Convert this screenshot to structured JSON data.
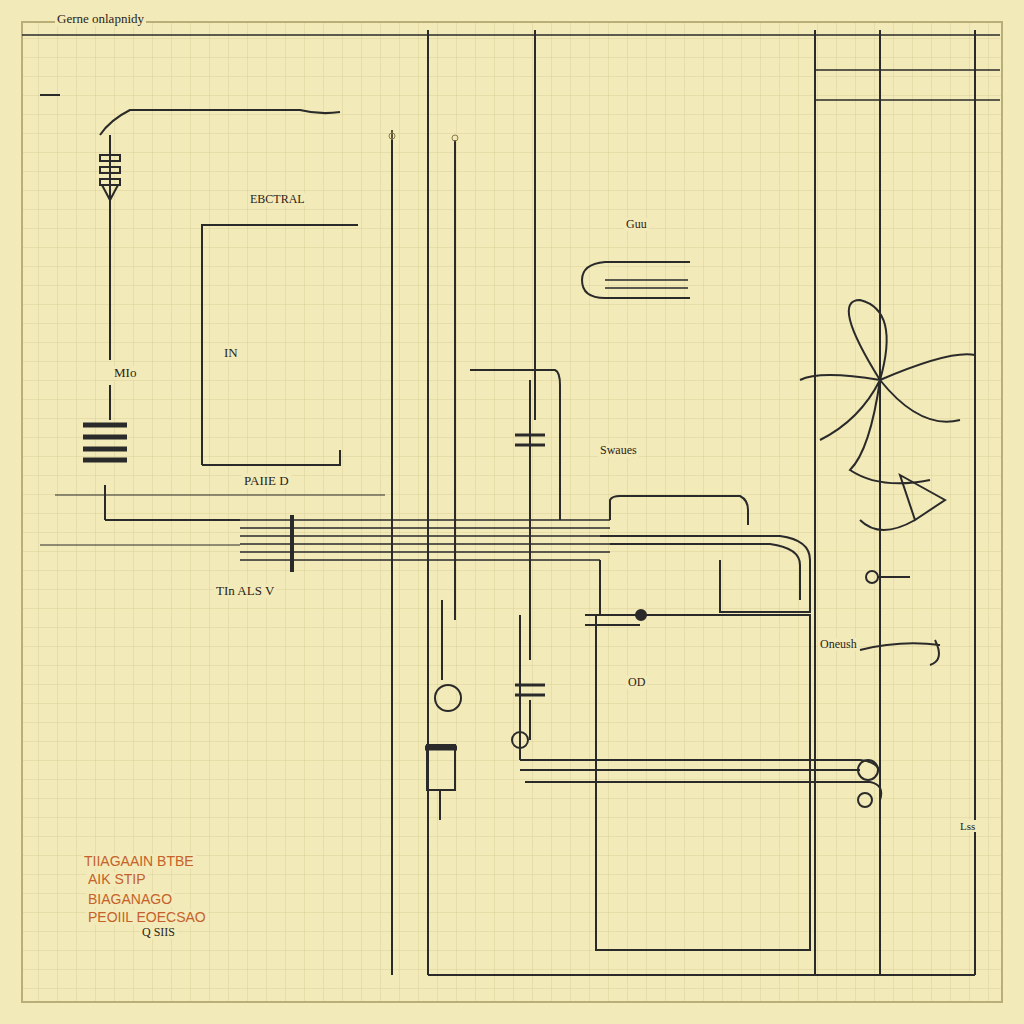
{
  "diagram": {
    "labels": [
      "Gerne onlapnidy",
      "EBCTRAL",
      "MIo",
      "IN",
      "PAIIE D",
      "TIn ALS V",
      "Guu",
      "Swaues",
      "OD",
      "Oneush",
      "Lss",
      "TIIAGAAIN BTBE",
      "AIK STIP",
      "BIAGANAGO",
      "PEOIIL EOECSAO",
      "Q SIIS"
    ]
  }
}
